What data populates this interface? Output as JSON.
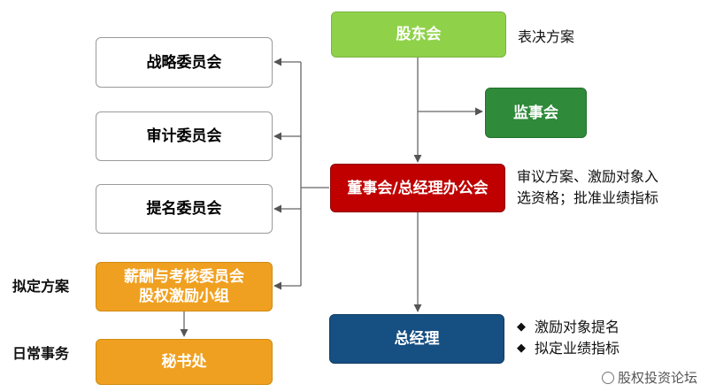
{
  "nodes": {
    "shareholders": "股东会",
    "supervisory": "监事会",
    "board": "董事会/总经理办公会",
    "gm": "总经理",
    "strategy": "战略委员会",
    "audit": "审计委员会",
    "nomination": "提名委员会",
    "compensation_line1": "薪酬与考核委员会",
    "compensation_line2": "股权激励小组",
    "secretary": "秘书处"
  },
  "notes": {
    "shareholders": "表决方案",
    "board_line1": "审议方案、激励对象入",
    "board_line2": "选资格；批准业绩指标",
    "gm_bullets": [
      "激励对象提名",
      "拟定业绩指标"
    ]
  },
  "side_labels": {
    "draft": "拟定方案",
    "daily": "日常事务"
  },
  "icons": {
    "bullet": "diamond-bullet-icon",
    "watermark": "wechat-logo-icon"
  },
  "watermark": "股权投资论坛",
  "colors": {
    "green_light": "#8fd24a",
    "green_dark": "#2f8a3a",
    "red": "#c00000",
    "orange": "#f0a020",
    "blue": "#164f82"
  }
}
